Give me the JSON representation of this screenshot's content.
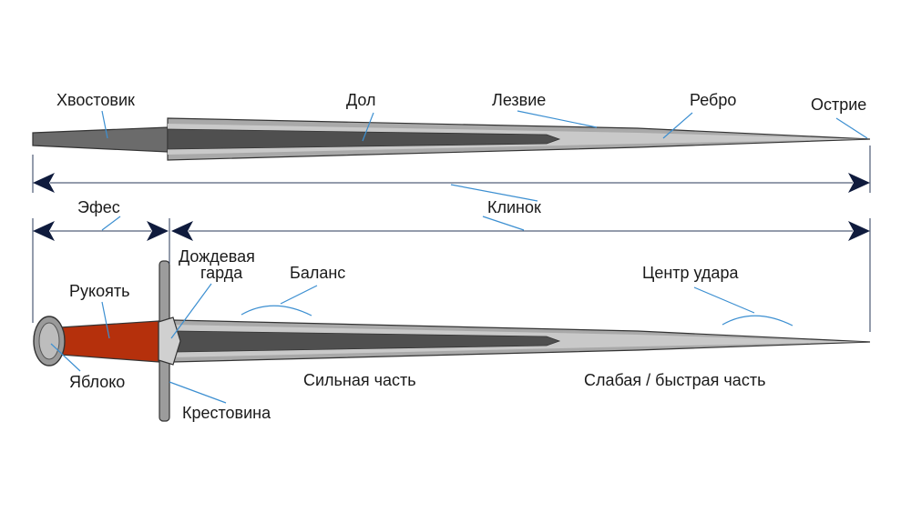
{
  "labels": {
    "tang": "Хвостовик",
    "fuller": "Дол",
    "edge": "Лезвие",
    "rib": "Ребро",
    "tip": "Острие",
    "hilt": "Эфес",
    "blade": "Клинок",
    "rain_guard_line1": "Дождевая",
    "rain_guard_line2": "гарда",
    "balance": "Баланс",
    "center_of_percussion": "Центр удара",
    "grip": "Рукоять",
    "pommel": "Яблоко",
    "crossguard": "Крестовина",
    "forte": "Сильная часть",
    "foible": "Слабая / быстрая часть"
  },
  "colors": {
    "blade_outer": "#a9a9a9",
    "blade_bevel": "#c9c9c9",
    "blade_fuller": "#4f4f4f",
    "tang": "#6b6b6b",
    "grip": "#b5300c",
    "pommel": "#8c8c8c",
    "crossguard": "#9c9c9c",
    "leader_line": "#3c8fd1",
    "dimension_line": "#2a3a5a",
    "arrowhead": "#0f1b3d",
    "text": "#1a1a1a"
  }
}
